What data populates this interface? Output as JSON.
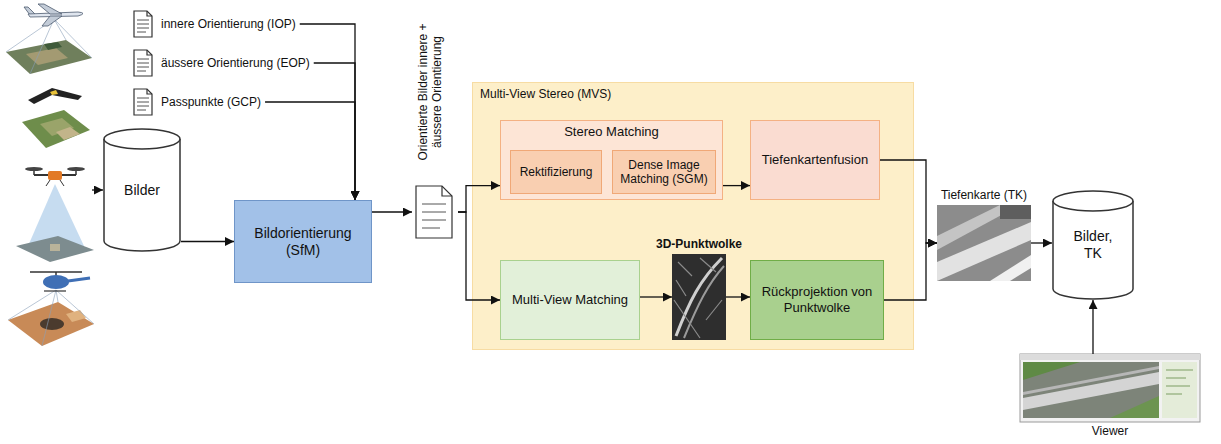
{
  "diagram": {
    "nodes": [
      {
        "text": [
          "innere Orientierung (IOP)"
        ]
      },
      {
        "text": [
          "äussere Orientierung (EOP)"
        ]
      },
      {
        "text": [
          "Passpunkte (GCP)"
        ]
      },
      {
        "text": [
          "Bilder"
        ]
      },
      {
        "text": [
          "Bildorientierung (SfM)"
        ]
      },
      {
        "text": [
          "Orientierte Bilder innere + äussere Orientierung"
        ]
      },
      {
        "text": [
          "Multi-View Stereo (MVS)"
        ]
      },
      {
        "text": [
          "Stereo Matching"
        ],
        "in": 6
      },
      {
        "text": [
          "Rektifizierung"
        ],
        "in": 7
      },
      {
        "text": [
          "Dense Image Matching (SGM)"
        ],
        "in": 7
      },
      {
        "text": [
          "Tiefenkartenfusion"
        ],
        "in": 6
      },
      {
        "text": [
          "Multi-View Matching"
        ],
        "in": 6
      },
      {
        "text": [
          "3D-Punktwolke"
        ],
        "in": 6
      },
      {
        "text": [
          "Rückprojektion von Punktwolke"
        ],
        "in": 6
      },
      {
        "text": [
          "Tiefenkarte (TK)"
        ]
      },
      {
        "text": [
          "Bilder, TK"
        ]
      },
      {
        "text": [
          "Viewer"
        ]
      }
    ],
    "edges": [
      {
        "from": 0,
        "to": 4,
        "arrow": "to"
      },
      {
        "from": 1,
        "to": 4,
        "arrow": "to"
      },
      {
        "from": 2,
        "to": 4,
        "arrow": "to"
      },
      {
        "from": 3,
        "to": 4,
        "arrow": "to"
      },
      {
        "from": 4,
        "to": 5,
        "arrow": "to"
      },
      {
        "from": 5,
        "to": 7,
        "arrow": "to"
      },
      {
        "from": 5,
        "to": 11,
        "arrow": "to"
      },
      {
        "from": 7,
        "to": 10,
        "arrow": "to"
      },
      {
        "from": 11,
        "to": 12,
        "arrow": "to"
      },
      {
        "from": 12,
        "to": 13,
        "arrow": "to"
      },
      {
        "from": 10,
        "to": 14,
        "arrow": "to"
      },
      {
        "from": 13,
        "to": 14,
        "arrow": "to"
      },
      {
        "from": 14,
        "to": 15,
        "arrow": "to"
      },
      {
        "from": 16,
        "to": 15,
        "arrow": "to"
      }
    ]
  }
}
